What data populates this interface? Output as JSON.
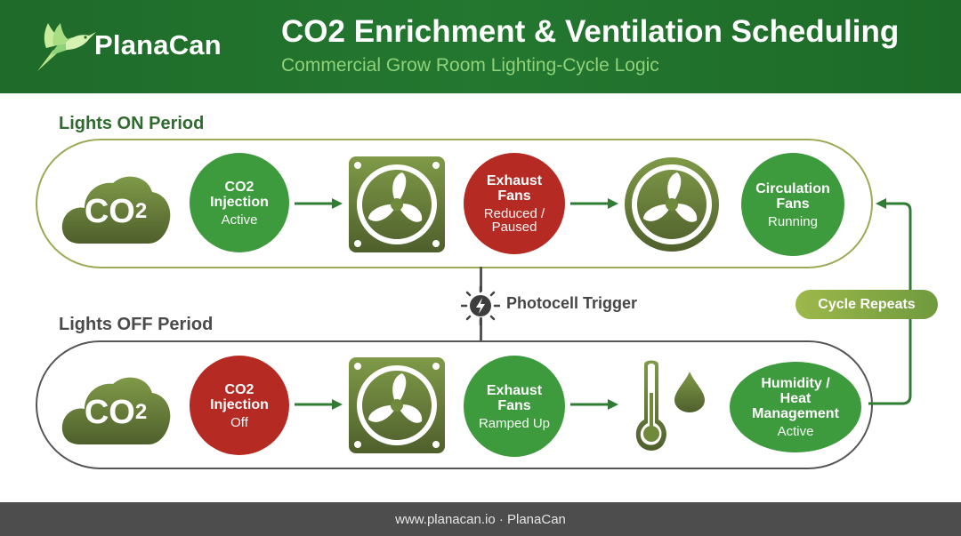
{
  "header": {
    "brand": "PlanaCan",
    "title": "CO2 Enrichment & Ventilation Scheduling",
    "subtitle": "Commercial Grow Room Lighting-Cycle Logic",
    "logo_icon": "hummingbird-icon"
  },
  "colors": {
    "header_green": "#1f6b2a",
    "active_green": "#3d9a3d",
    "off_red": "#b52a22",
    "icon_olive": "#6f8a3a",
    "footer_gray": "#4d4d4d"
  },
  "lights_on": {
    "label": "Lights ON Period",
    "cloud": {
      "text": "CO",
      "sub": "2",
      "icon": "co2-cloud-icon"
    },
    "co2_injection": {
      "name": "CO2 Injection",
      "state": "Active"
    },
    "exhaust_fans": {
      "name": "Exhaust Fans",
      "state": "Reduced / Paused"
    },
    "circulation_fans": {
      "name": "Circulation Fans",
      "state": "Running"
    },
    "icons": [
      "co2-cloud-icon",
      "exhaust-fan-icon",
      "circulation-fan-icon"
    ]
  },
  "trigger": {
    "label": "Photocell Trigger",
    "icon": "lightning-bolt-icon"
  },
  "lights_off": {
    "label": "Lights OFF Period",
    "cloud": {
      "text": "CO",
      "sub": "2",
      "icon": "co2-cloud-icon"
    },
    "co2_injection": {
      "name": "CO2 Injection",
      "state": "Off"
    },
    "exhaust_fans": {
      "name": "Exhaust Fans",
      "state": "Ramped Up"
    },
    "humidity": {
      "name": "Humidity / Heat Management",
      "state": "Active"
    },
    "icons": [
      "co2-cloud-icon",
      "exhaust-fan-icon",
      "thermometer-icon",
      "water-drop-icon"
    ]
  },
  "cycle": {
    "label": "Cycle Repeats"
  },
  "footer": {
    "text": "www.planacan.io · PlanaCan"
  }
}
